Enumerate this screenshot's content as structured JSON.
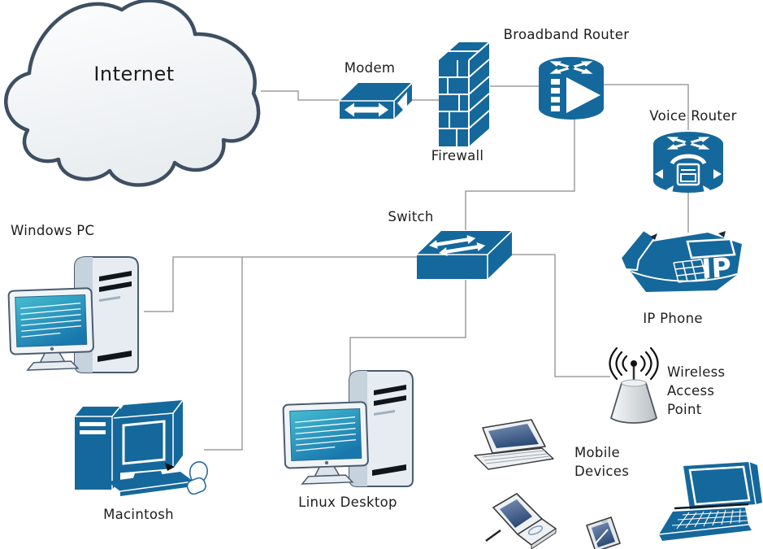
{
  "diagram": {
    "type": "network-topology",
    "nodes": {
      "internet": {
        "label": "Internet"
      },
      "modem": {
        "label": "Modem"
      },
      "firewall": {
        "label": "Firewall"
      },
      "broadband_router": {
        "label": "Broadband Router"
      },
      "voice_router": {
        "label": "Voice Router"
      },
      "switch": {
        "label": "Switch"
      },
      "ip_phone": {
        "label": "IP Phone",
        "icon_text": "IP"
      },
      "windows_pc": {
        "label": "Windows PC"
      },
      "macintosh": {
        "label": "Macintosh"
      },
      "linux_desktop": {
        "label": "Linux Desktop"
      },
      "wireless_access_point": {
        "label": "Wireless Access Point"
      },
      "mobile_devices": {
        "label": "Mobile Devices"
      }
    },
    "edges": [
      {
        "from": "internet",
        "to": "modem"
      },
      {
        "from": "modem",
        "to": "firewall"
      },
      {
        "from": "firewall",
        "to": "broadband_router"
      },
      {
        "from": "broadband_router",
        "to": "voice_router"
      },
      {
        "from": "voice_router",
        "to": "ip_phone"
      },
      {
        "from": "broadband_router",
        "to": "switch"
      },
      {
        "from": "switch",
        "to": "windows_pc"
      },
      {
        "from": "switch",
        "to": "macintosh"
      },
      {
        "from": "switch",
        "to": "linux_desktop"
      },
      {
        "from": "switch",
        "to": "wireless_access_point"
      }
    ],
    "colors": {
      "device_blue": "#15689B",
      "connector_gray": "#9e9e9e",
      "cloud_fill": "#f4f6f8",
      "cloud_stroke": "#3e4f63",
      "screen_teal_top": "#45bcd2",
      "screen_teal_bottom": "#1878ad",
      "label_text": "#1d1d1d"
    }
  }
}
